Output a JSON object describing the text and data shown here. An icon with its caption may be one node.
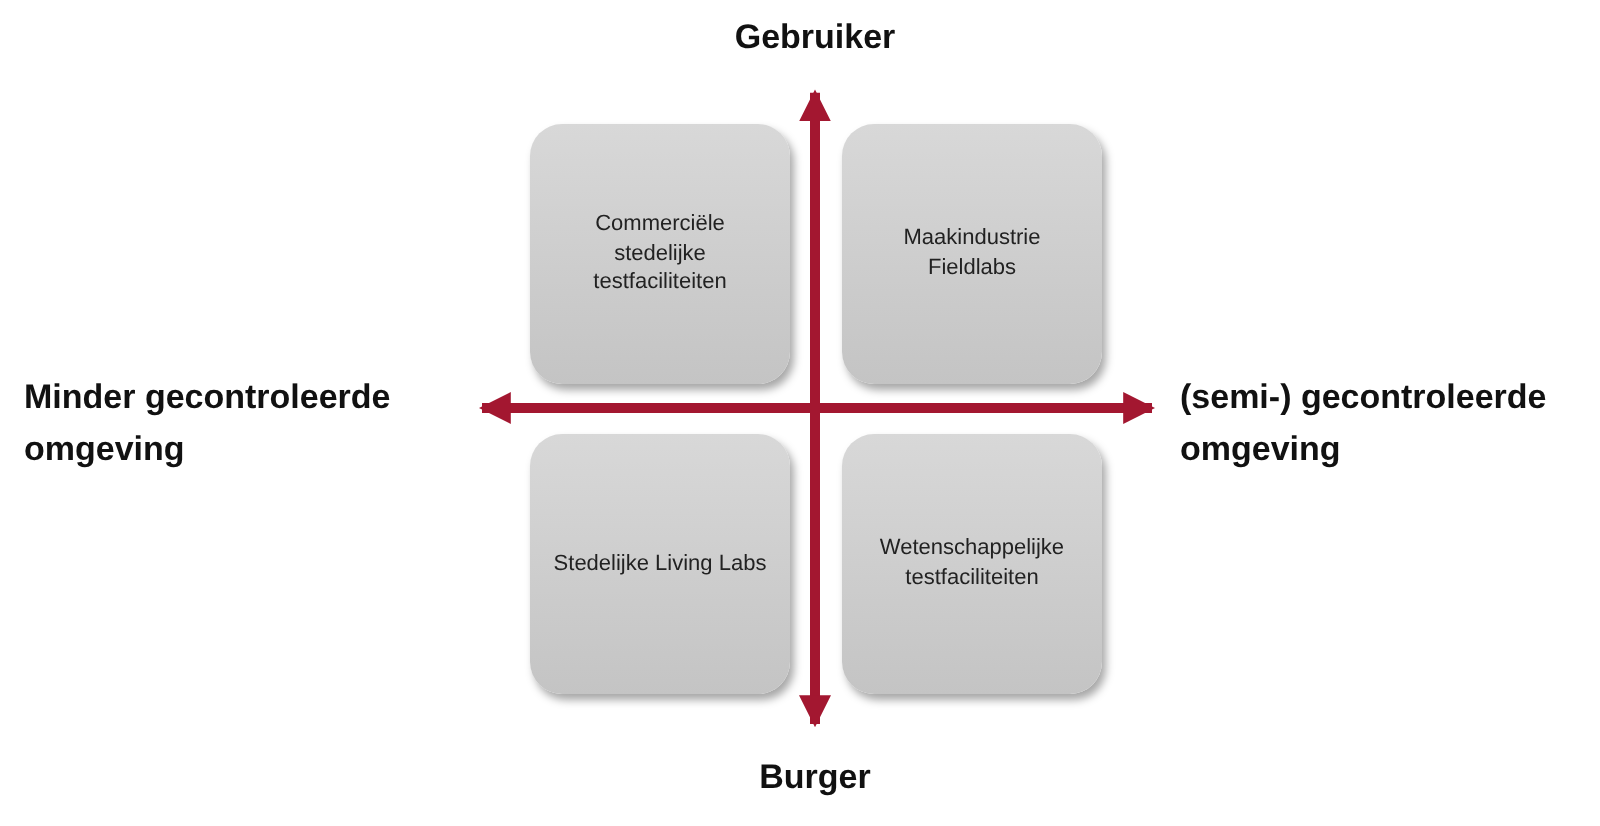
{
  "diagram": {
    "nodes": [
      {
        "text": [
          "Commerciële stedelijke testfaciliteiten"
        ]
      },
      {
        "text": [
          "Maakindustrie Fieldlabs"
        ]
      },
      {
        "text": [
          "Stedelijke Living Labs"
        ]
      },
      {
        "text": [
          "Wetenschappelijke testfaciliteiten"
        ]
      },
      {
        "text": [
          "Gebruiker"
        ]
      },
      {
        "text": [
          "Minder gecontroleerde omgeving"
        ]
      },
      {
        "text": [
          "(semi-) gecontroleerde omgeving"
        ]
      },
      {
        "text": [
          "Burger"
        ]
      }
    ],
    "edges": [
      {
        "from": 4,
        "to": 7,
        "arrow": "both"
      },
      {
        "from": 5,
        "to": 6,
        "arrow": "both"
      }
    ]
  }
}
